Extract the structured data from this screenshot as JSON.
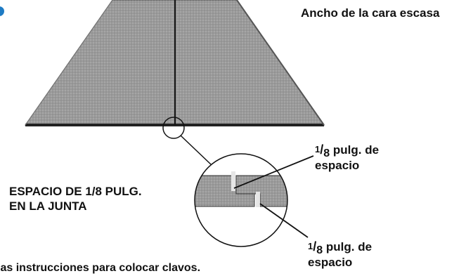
{
  "labels": {
    "top_right": "Ancho de la cara escasa",
    "joint_line1": "ESPACIO DE 1/8 PULG.",
    "joint_line2": "EN LA JUNTA",
    "gap_upper": {
      "numerator": "1",
      "slash": "/",
      "denominator": "8",
      "rest": " pulg. de",
      "line2": "espacio"
    },
    "gap_lower": {
      "numerator": "1",
      "slash": "/",
      "denominator": "8",
      "rest": " pulg. de",
      "line2": "espacio"
    },
    "bottom_cut": "las instrucciones para colocar clavos."
  },
  "colors": {
    "panel_fill": "#9a9a9a",
    "panel_edge": "#222222",
    "accent_mark": "#1e7bc4",
    "gap_highlight": "#e6e6e6"
  }
}
